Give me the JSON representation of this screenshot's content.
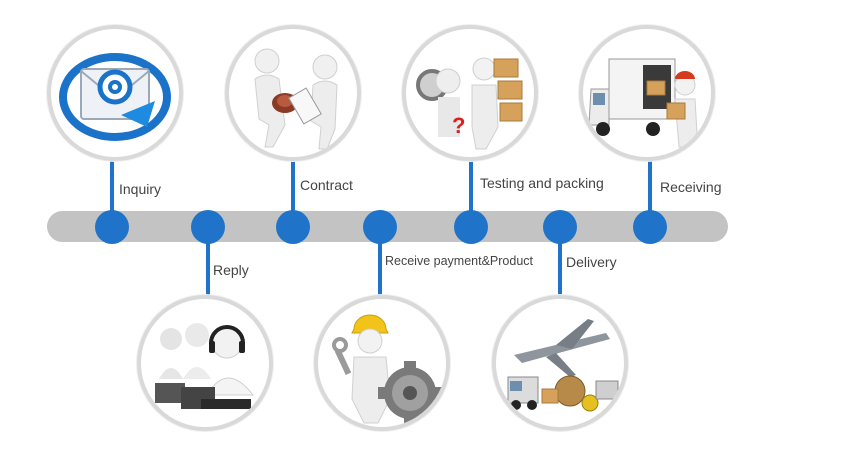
{
  "timeline": {
    "accent": "#1f73c9",
    "track": "#c3c3c3",
    "steps": [
      {
        "label": "Inquiry",
        "icon": "email-icon"
      },
      {
        "label": "Reply",
        "icon": "headset-operators-icon"
      },
      {
        "label": "Contract",
        "icon": "handshake-icon"
      },
      {
        "label": "Receive payment&Product",
        "icon": "worker-gear-icon"
      },
      {
        "label": "Testing and packing",
        "icon": "inspection-boxes-icon"
      },
      {
        "label": "Delivery",
        "icon": "plane-truck-icon"
      },
      {
        "label": "Receiving",
        "icon": "delivery-truck-icon"
      }
    ]
  }
}
